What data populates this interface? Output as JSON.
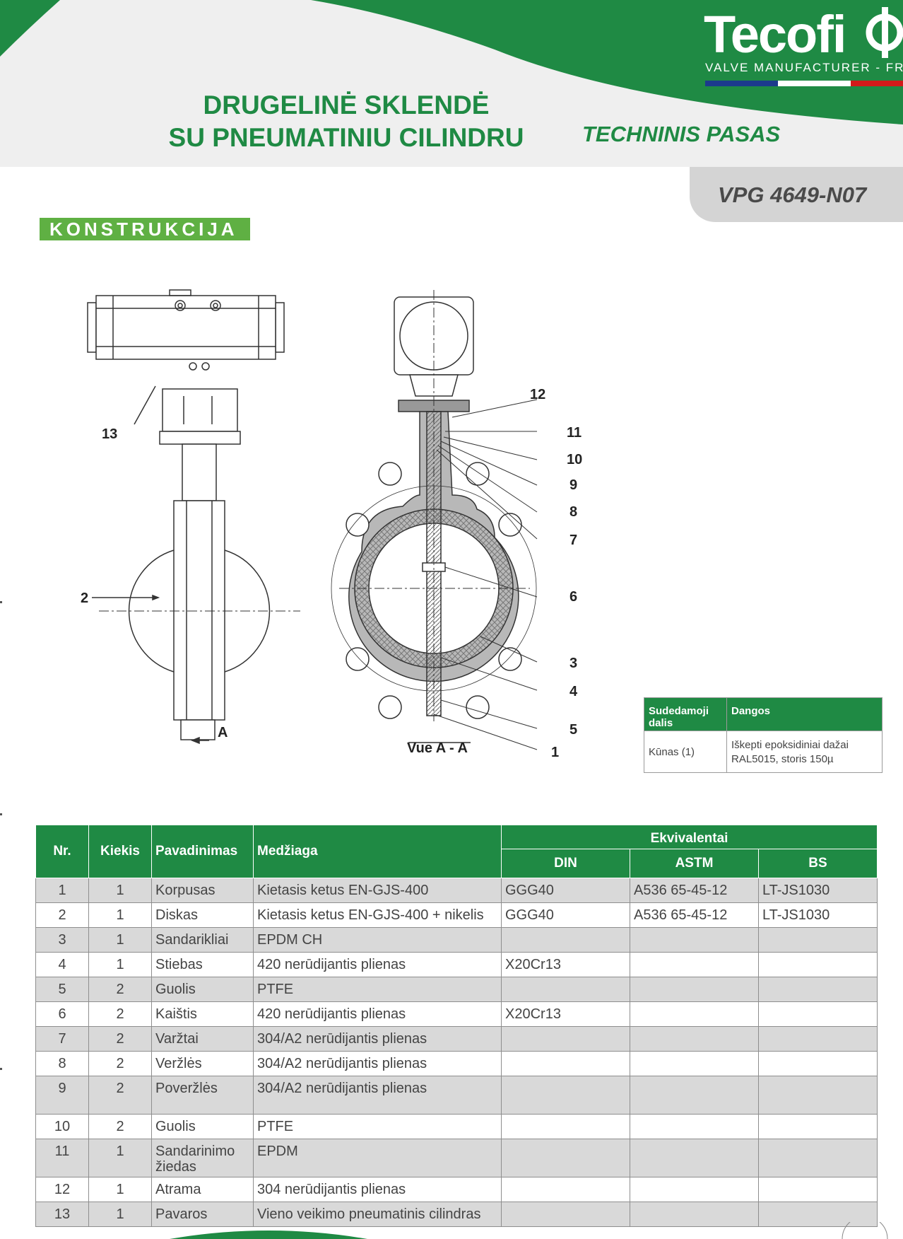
{
  "header": {
    "brand": "Tecofi",
    "brand_tagline": "VALVE MANUFACTURER - FRA",
    "title_line1": "DRUGELINĖ SKLENDĖ",
    "title_line2": "SU PNEUMATINIU CILINDRU",
    "subtitle": "TECHNINIS PASAS",
    "product_code": "VPG 4649-N07",
    "brand_color": "#1f8a44",
    "flag_colors": [
      "#1c3a8c",
      "#ffffff",
      "#d31a1a"
    ]
  },
  "section": {
    "label": "KONSTRUKCIJA",
    "color": "#5fb043"
  },
  "drawing": {
    "callouts": [
      "1",
      "2",
      "3",
      "4",
      "5",
      "6",
      "7",
      "8",
      "9",
      "10",
      "11",
      "12",
      "13"
    ],
    "section_marker": "A",
    "view_label": "Vue A - A"
  },
  "coating_table": {
    "headers": [
      "Sudedamoji dalis",
      "Dangos"
    ],
    "rows": [
      [
        "Kūnas (1)",
        "Iškepti epoksidiniai dažai RAL5015, storis 150µ"
      ]
    ]
  },
  "parts_table": {
    "headers": {
      "nr": "Nr.",
      "qty": "Kiekis",
      "name": "Pavadinimas",
      "material": "Medžiaga",
      "equivalents": "Ekvivalentai",
      "din": "DIN",
      "astm": "ASTM",
      "bs": "BS"
    },
    "rows": [
      {
        "nr": "1",
        "qty": "1",
        "name": "Korpusas",
        "material": "Kietasis ketus EN-GJS-400",
        "din": "GGG40",
        "astm": "A536 65-45-12",
        "bs": "LT-JS1030"
      },
      {
        "nr": "2",
        "qty": "1",
        "name": "Diskas",
        "material": "Kietasis ketus EN-GJS-400 + nikelis",
        "din": "GGG40",
        "astm": "A536 65-45-12",
        "bs": "LT-JS1030"
      },
      {
        "nr": "3",
        "qty": "1",
        "name": "Sandarikliai",
        "material": "EPDM CH",
        "din": "",
        "astm": "",
        "bs": ""
      },
      {
        "nr": "4",
        "qty": "1",
        "name": "Stiebas",
        "material": "420 nerūdijantis plienas",
        "din": "X20Cr13",
        "astm": "",
        "bs": ""
      },
      {
        "nr": "5",
        "qty": "2",
        "name": "Guolis",
        "material": "PTFE",
        "din": "",
        "astm": "",
        "bs": ""
      },
      {
        "nr": "6",
        "qty": "2",
        "name": "Kaištis",
        "material": "420 nerūdijantis plienas",
        "din": "X20Cr13",
        "astm": "",
        "bs": ""
      },
      {
        "nr": "7",
        "qty": "2",
        "name": "Varžtai",
        "material": "304/A2 nerūdijantis plienas",
        "din": "",
        "astm": "",
        "bs": ""
      },
      {
        "nr": "8",
        "qty": "2",
        "name": "Veržlės",
        "material": "304/A2 nerūdijantis plienas",
        "din": "",
        "astm": "",
        "bs": ""
      },
      {
        "nr": "9",
        "qty": "2",
        "name": "Poveržlės",
        "material": "304/A2 nerūdijantis plienas",
        "din": "",
        "astm": "",
        "bs": ""
      },
      {
        "nr": "10",
        "qty": "2",
        "name": "Guolis",
        "material": "PTFE",
        "din": "",
        "astm": "",
        "bs": ""
      },
      {
        "nr": "11",
        "qty": "1",
        "name": "Sandarinimo žiedas",
        "material": "EPDM",
        "din": "",
        "astm": "",
        "bs": ""
      },
      {
        "nr": "12",
        "qty": "1",
        "name": "Atrama",
        "material": "304 nerūdijantis plienas",
        "din": "",
        "astm": "",
        "bs": ""
      },
      {
        "nr": "13",
        "qty": "1",
        "name": "Pavaros",
        "material": "Vieno veikimo pneumatinis cilindras",
        "din": "",
        "astm": "",
        "bs": ""
      }
    ]
  }
}
